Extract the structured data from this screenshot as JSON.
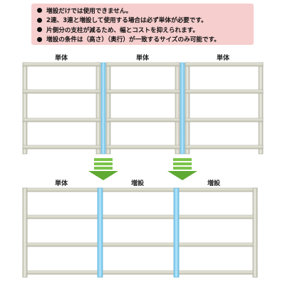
{
  "notes": [
    "増設だけでは使用できません。",
    "2連、3連と増設して使用する場合は必ず単体が必要です。",
    "片側分の支柱が減るため、幅とコストを抑えられます。",
    "増設の条件は（高さ）（奥行）が一致するサイズのみ可能です。"
  ],
  "top_row": {
    "labels": [
      "単体",
      "単体",
      "単体"
    ]
  },
  "bottom_row": {
    "labels": [
      "単体",
      "増設",
      "増設"
    ]
  },
  "colors": {
    "note_background": "#f6cece",
    "shelf_frame": "#d8d8cc",
    "shelf_frame_edge": "#a9a99a",
    "highlight_post": "#8fd4f2",
    "arrow": "#6fbf3f"
  },
  "icons": [
    "bullet-icon",
    "down-arrow-icon"
  ]
}
